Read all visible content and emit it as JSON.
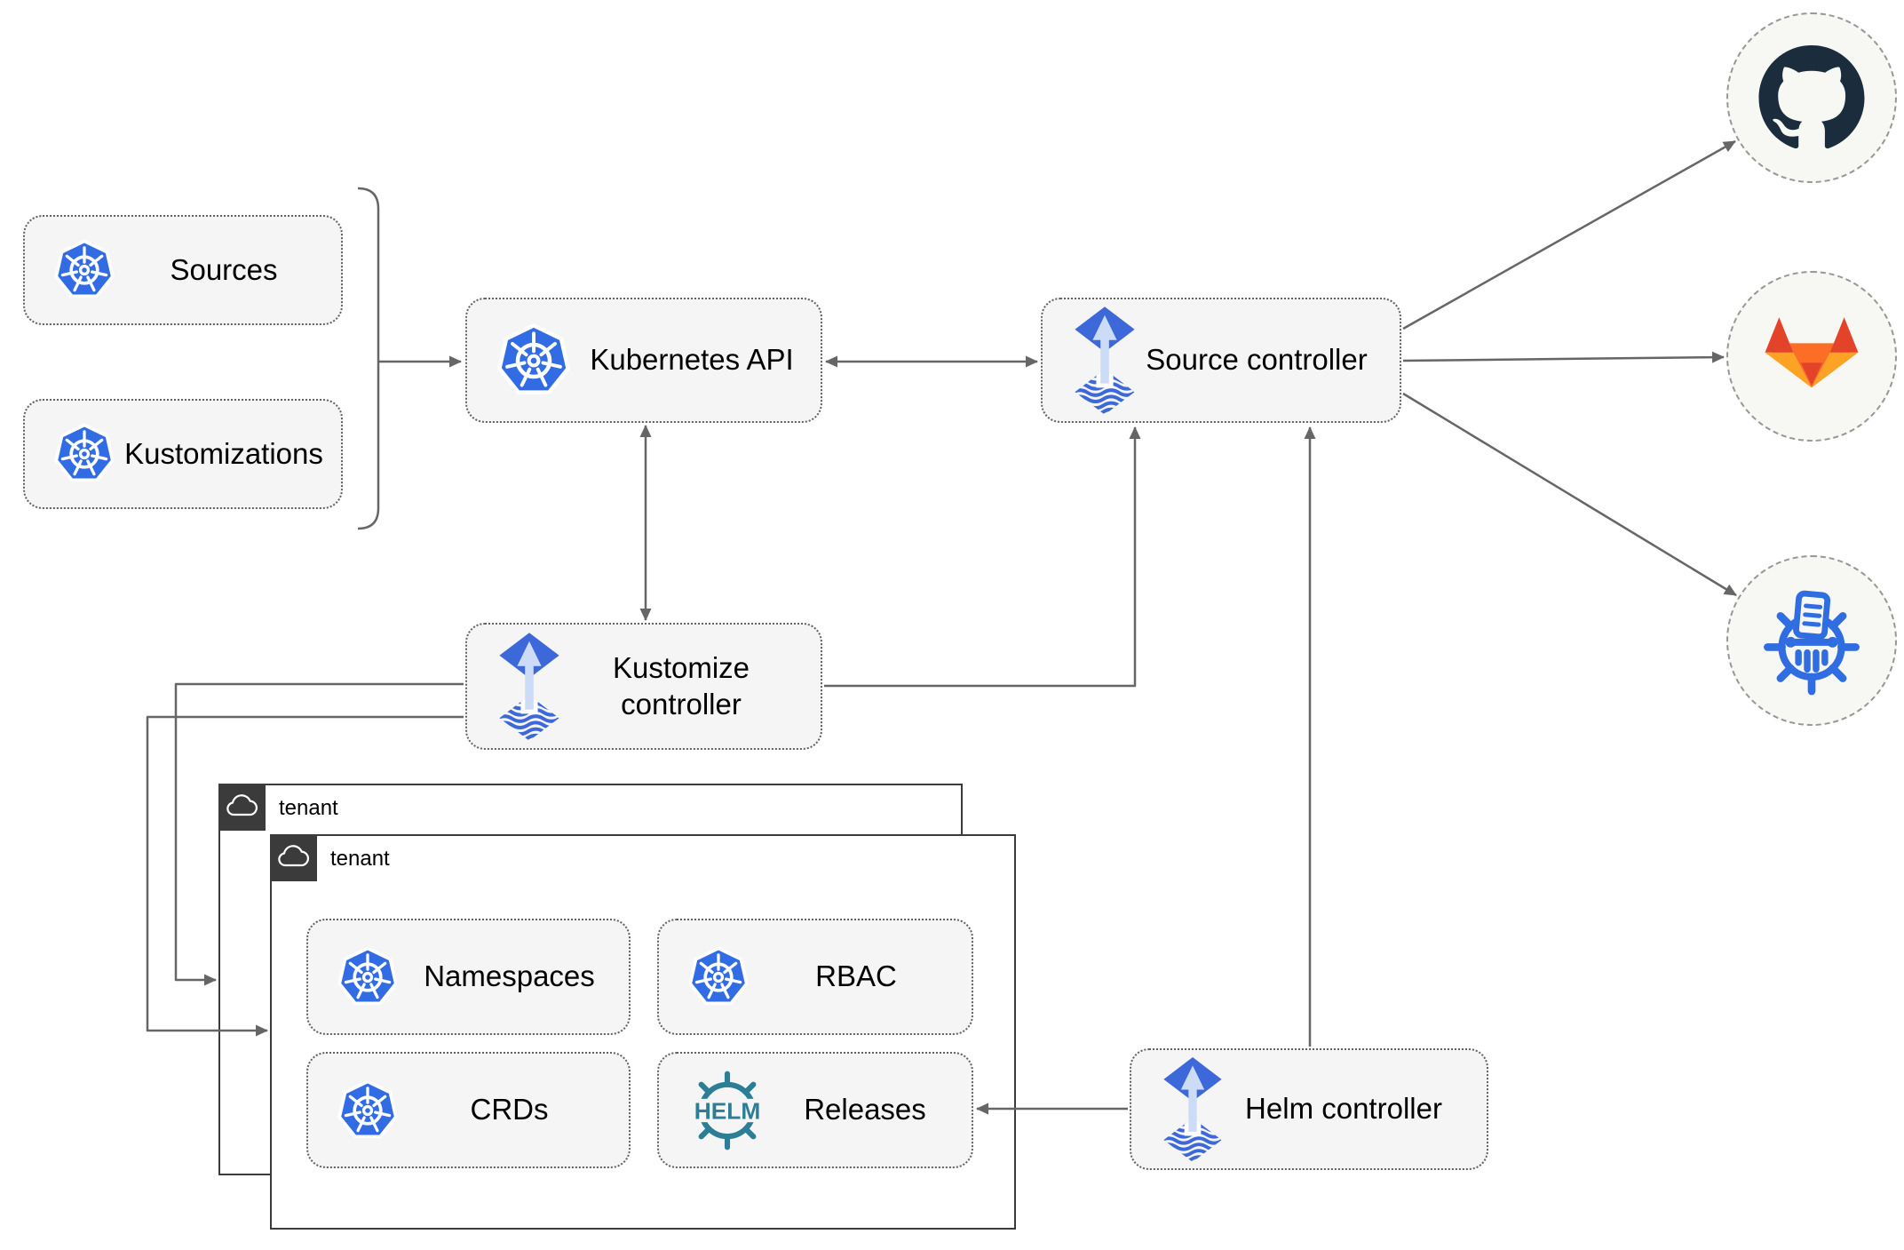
{
  "diagram": {
    "nodes": {
      "sources": {
        "label": "Sources",
        "icon": "kubernetes-icon"
      },
      "kustomizations": {
        "label": "Kustomizations",
        "icon": "kubernetes-icon"
      },
      "kubernetes_api": {
        "label": "Kubernetes API",
        "icon": "kubernetes-icon"
      },
      "source_controller": {
        "label": "Source controller",
        "icon": "flux-icon"
      },
      "kustomize_controller": {
        "label": "Kustomize controller",
        "icon": "flux-icon"
      },
      "helm_controller": {
        "label": "Helm controller",
        "icon": "flux-icon"
      },
      "namespaces": {
        "label": "Namespaces",
        "icon": "kubernetes-icon"
      },
      "rbac": {
        "label": "RBAC",
        "icon": "kubernetes-icon"
      },
      "crds": {
        "label": "CRDs",
        "icon": "kubernetes-icon"
      },
      "releases": {
        "label": "Releases",
        "icon": "helm-icon",
        "icon_text": "HELM"
      }
    },
    "groups": {
      "tenant_back": {
        "label": "tenant",
        "icon": "cloud-icon"
      },
      "tenant_front": {
        "label": "tenant",
        "icon": "cloud-icon"
      }
    },
    "external": {
      "github": {
        "icon": "github-icon"
      },
      "gitlab": {
        "icon": "gitlab-icon"
      },
      "chartmuseum": {
        "icon": "chartmuseum-icon"
      }
    },
    "edges": [
      {
        "from": "sources_and_kustomizations_bracket",
        "to": "kubernetes_api",
        "style": "arrow"
      },
      {
        "from": "kubernetes_api",
        "to": "source_controller",
        "style": "bidirectional"
      },
      {
        "from": "kubernetes_api",
        "to": "kustomize_controller",
        "style": "bidirectional"
      },
      {
        "from": "kustomize_controller",
        "to": "source_controller",
        "style": "arrow"
      },
      {
        "from": "helm_controller",
        "to": "source_controller",
        "style": "arrow"
      },
      {
        "from": "source_controller",
        "to": "github",
        "style": "arrow"
      },
      {
        "from": "source_controller",
        "to": "gitlab",
        "style": "arrow"
      },
      {
        "from": "source_controller",
        "to": "chartmuseum",
        "style": "arrow"
      },
      {
        "from": "kustomize_controller",
        "to": "tenant_back",
        "style": "arrow"
      },
      {
        "from": "kustomize_controller",
        "to": "tenant_front",
        "style": "arrow"
      },
      {
        "from": "helm_controller",
        "to": "releases",
        "style": "arrow"
      }
    ],
    "colors": {
      "kubernetes_blue": "#326ce5",
      "flux_blue": "#3d68da",
      "flux_arrow_light": "#cddcf6",
      "helm_teal": "#2b7e95",
      "chartmuseum_blue": "#2f6de1",
      "github_dark": "#1b2d3d",
      "gitlab_red": "#e24329",
      "gitlab_orange": "#fc6d26",
      "gitlab_yellow": "#fca326",
      "line_gray": "#666666",
      "node_fill": "#f5f5f5",
      "tenant_tab_dark": "#3b3b3b"
    }
  }
}
